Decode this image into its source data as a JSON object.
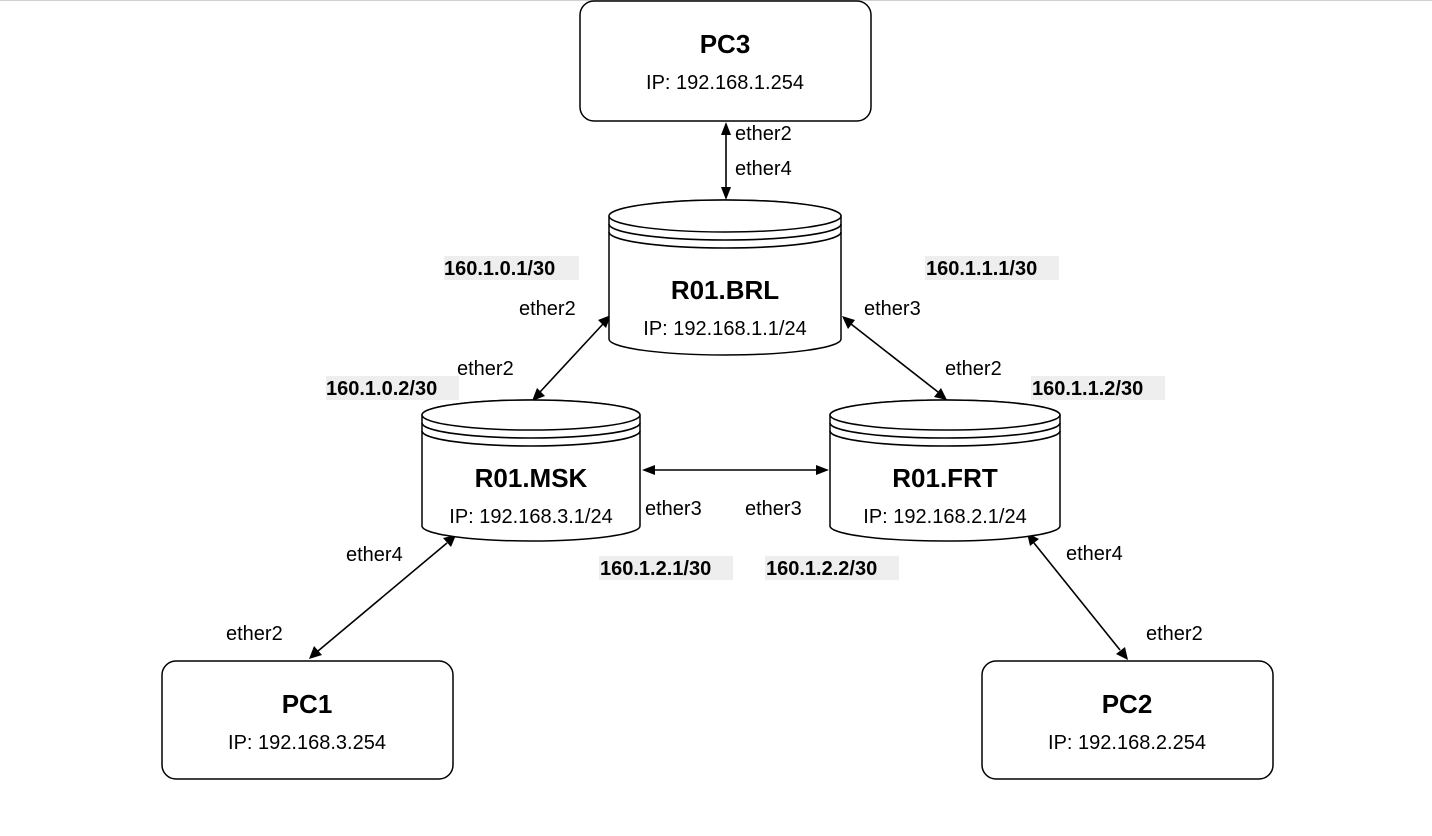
{
  "nodes": {
    "pc3": {
      "title": "PC3",
      "ip": "IP: 192.168.1.254"
    },
    "brl": {
      "title": "R01.BRL",
      "ip": "IP: 192.168.1.1/24"
    },
    "msk": {
      "title": "R01.MSK",
      "ip": "IP: 192.168.3.1/24"
    },
    "frt": {
      "title": "R01.FRT",
      "ip": "IP: 192.168.2.1/24"
    },
    "pc1": {
      "title": "PC1",
      "ip": "IP: 192.168.3.254"
    },
    "pc2": {
      "title": "PC2",
      "ip": "IP: 192.168.2.254"
    }
  },
  "links": {
    "pc3_brl": {
      "pc3_port": "ether2",
      "brl_port": "ether4"
    },
    "brl_msk": {
      "brl_port": "ether2",
      "msk_port": "ether2",
      "brl_subnet": "160.1.0.1/30",
      "msk_subnet": "160.1.0.2/30"
    },
    "brl_frt": {
      "brl_port": "ether3",
      "frt_port": "ether2",
      "brl_subnet": "160.1.1.1/30",
      "frt_subnet": "160.1.1.2/30"
    },
    "msk_frt": {
      "msk_port": "ether3",
      "frt_port": "ether3",
      "msk_subnet": "160.1.2.1/30",
      "frt_subnet": "160.1.2.2/30"
    },
    "msk_pc1": {
      "msk_port": "ether4",
      "pc1_port": "ether2"
    },
    "frt_pc2": {
      "frt_port": "ether4",
      "pc2_port": "ether2"
    }
  }
}
